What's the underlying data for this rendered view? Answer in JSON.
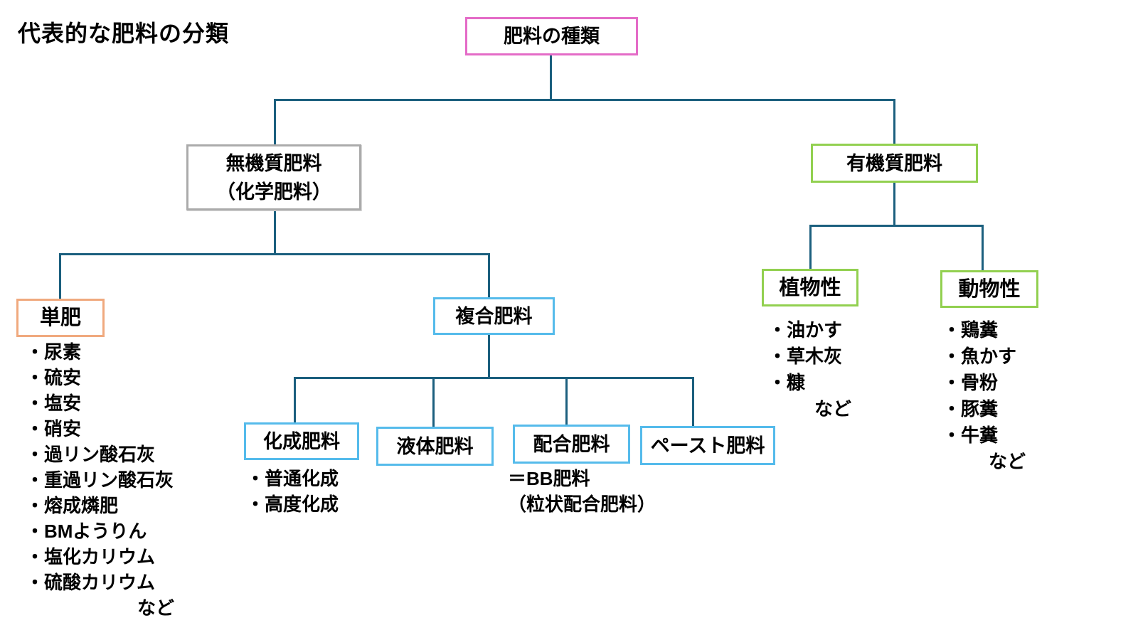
{
  "title": "代表的な肥料の分類",
  "colors": {
    "connector": "#1B5F7E",
    "root_border": "#E46BC7",
    "inorganic_border": "#ABABAB",
    "organic_border": "#92D050",
    "compound_border": "#55BBEB",
    "single_border": "#F0A97E",
    "text": "#000000",
    "background": "#FFFFFF"
  },
  "nodes": {
    "root": {
      "label": "肥料の種類"
    },
    "inorganic": {
      "line1": "無機質肥料",
      "line2": "（化学肥料）"
    },
    "organic": {
      "label": "有機質肥料"
    },
    "single": {
      "label": "単肥"
    },
    "compound": {
      "label": "複合肥料"
    },
    "kasei": {
      "label": "化成肥料"
    },
    "ekitai": {
      "label": "液体肥料"
    },
    "haigo": {
      "label": "配合肥料"
    },
    "paste": {
      "label": "ペースト肥料"
    },
    "plant": {
      "label": "植物性"
    },
    "animal": {
      "label": "動物性"
    }
  },
  "lists": {
    "single": {
      "items": [
        "・尿素",
        "・硫安",
        "・塩安",
        "・硝安",
        "・過リン酸石灰",
        "・重過リン酸石灰",
        "・熔成燐肥",
        "・BMようりん",
        "・塩化カリウム",
        "・硫酸カリウム"
      ],
      "etc": "など"
    },
    "kasei": {
      "items": [
        "・普通化成",
        "・高度化成"
      ]
    },
    "haigo": {
      "items": [
        "＝BB肥料",
        "（粒状配合肥料）"
      ]
    },
    "plant": {
      "items": [
        "・油かす",
        "・草木灰",
        "・糠"
      ],
      "etc": "など"
    },
    "animal": {
      "items": [
        "・鶏糞",
        "・魚かす",
        "・骨粉",
        "・豚糞",
        "・牛糞"
      ],
      "etc": "など"
    }
  }
}
